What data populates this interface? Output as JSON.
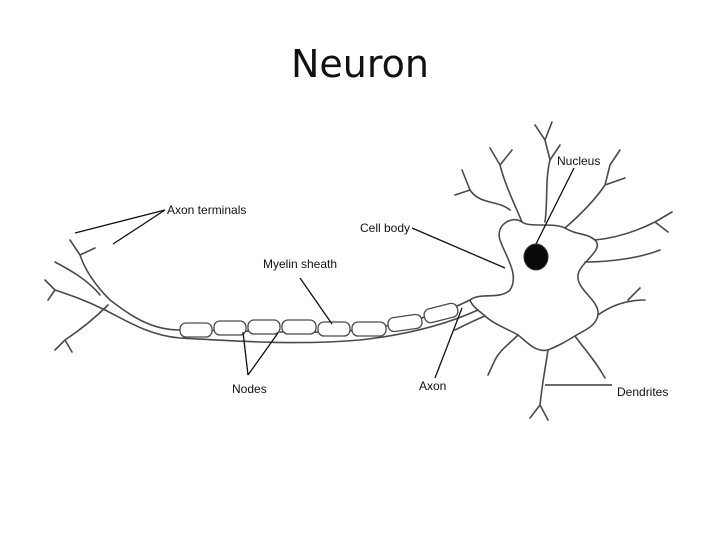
{
  "title": "Neuron",
  "labels": {
    "nucleus": "Nucleus",
    "axon_terminals": "Axon terminals",
    "cell_body": "Cell body",
    "myelin_sheath": "Myelin sheath",
    "nodes": "Nodes",
    "axon": "Axon",
    "dendrites": "Dendrites"
  }
}
